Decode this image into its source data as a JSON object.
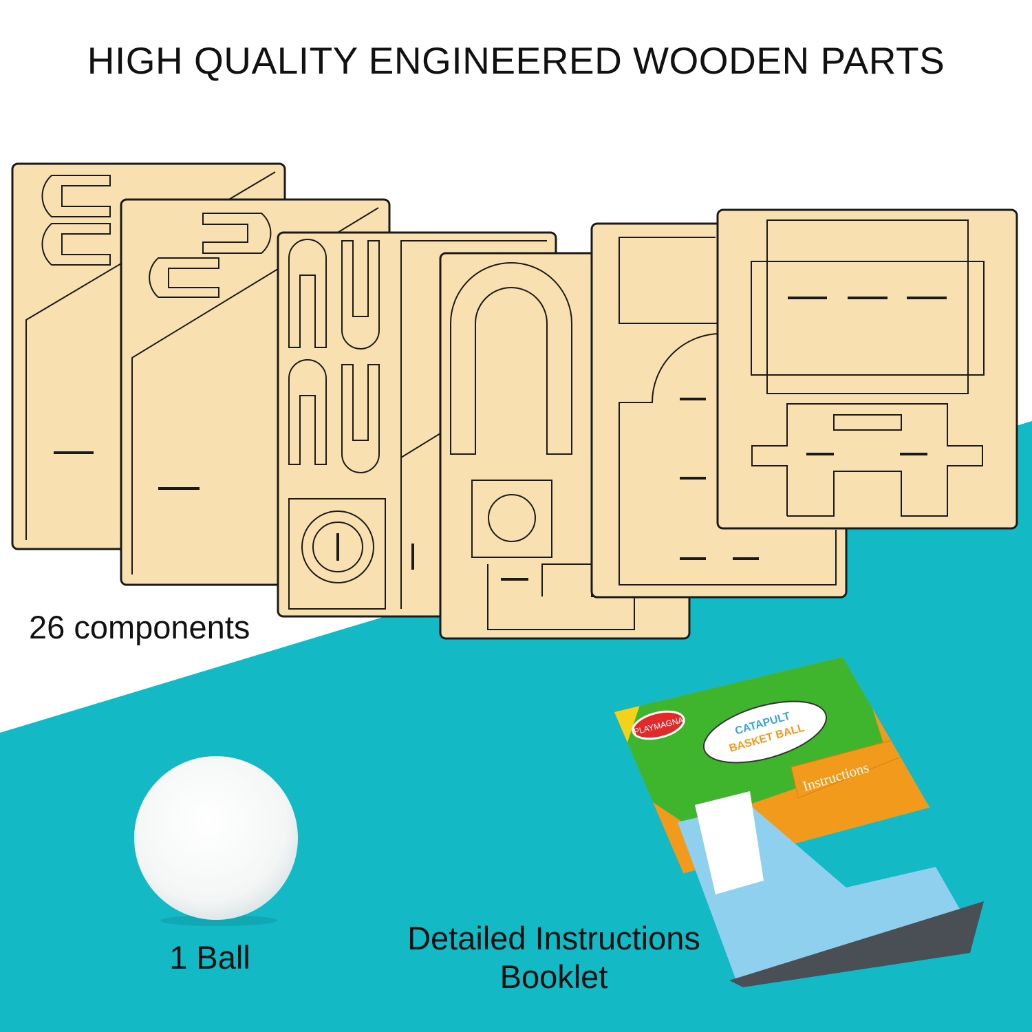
{
  "title": "HIGH QUALITY ENGINEERED WOODEN PARTS",
  "components_label": "26 components",
  "ball_label": "1 Ball",
  "booklet_label": {
    "line1": "Detailed Instructions",
    "line2": "Booklet"
  },
  "booklet": {
    "brand": "PLAYMAGNA",
    "title_line1": "CATAPULT",
    "title_line2": "BASKET BALL",
    "subtitle": "Instructions"
  },
  "colors": {
    "teal": "#13b9c5",
    "wood": "#f9e0b0",
    "outline": "#1a1a1a",
    "green": "#3fb52e",
    "orange": "#f29a1c"
  }
}
